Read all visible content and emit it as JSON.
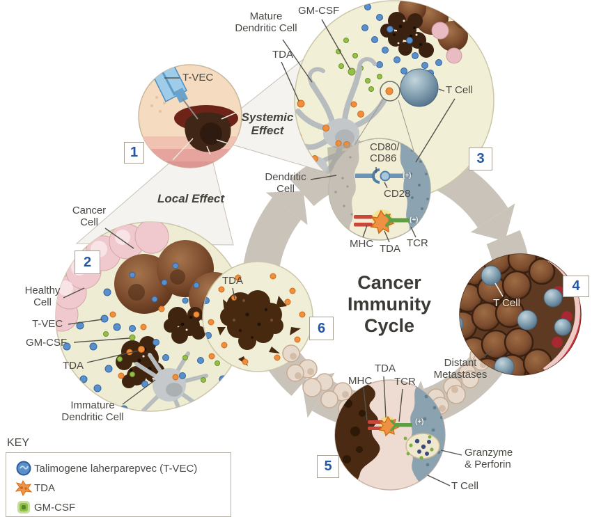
{
  "title": {
    "line1": "Cancer",
    "line2": "Immunity",
    "line3": "Cycle"
  },
  "effects": {
    "systemic_1": "Systemic",
    "systemic_2": "Effect",
    "local": "Local Effect"
  },
  "steps": {
    "s1": "1",
    "s2": "2",
    "s3": "3",
    "s4": "4",
    "s5": "5",
    "s6": "6"
  },
  "labels": {
    "tvec_injection": "T-VEC",
    "mature_dc_1": "Mature",
    "mature_dc_2": "Dendritic Cell",
    "gmcsf_top": "GM-CSF",
    "tda_top": "TDA",
    "tcell_3": "T Cell",
    "dendritic_1": "Dendritic",
    "dendritic_2": "Cell",
    "cd80": "CD80/",
    "cd86": "CD86",
    "cd28": "CD28",
    "mhc_3": "MHC",
    "tda_3": "TDA",
    "tcr_3": "TCR",
    "plus": "(+)",
    "cancer_1": "Cancer",
    "cancer_2": "Cell",
    "healthy_1": "Healthy",
    "healthy_2": "Cell",
    "tvec_2": "T-VEC",
    "gmcsf_2": "GM-CSF",
    "tda_2": "TDA",
    "immature_1": "Immature",
    "immature_2": "Dendritic Cell",
    "tda_6": "TDA",
    "tcell_4": "T Cell",
    "distant_1": "Distant",
    "distant_2": "Metastases",
    "tda_5": "TDA",
    "mhc_5": "MHC",
    "tcr_5": "TCR",
    "granzyme_1": "Granzyme",
    "granzyme_2": "& Perforin",
    "tcell_5": "T Cell"
  },
  "key": {
    "header": "KEY",
    "items": [
      {
        "name": "tvec",
        "label": "Talimogene laherparepvec (T-VEC)"
      },
      {
        "name": "tda",
        "label": "TDA"
      },
      {
        "name": "gmcsf",
        "label": "GM-CSF"
      }
    ]
  },
  "colors": {
    "ring": "#c9c3ba",
    "circle_fill": "#f1efd6",
    "circle_stroke": "#cdc5a9",
    "number_blue": "#2356a4",
    "tvec_blue": "#5b8fc8",
    "tda_orange": "#ee8f3f",
    "gmcsf_green": "#96bf4a",
    "mhc_red": "#c8473a",
    "tcr_green": "#5f9e44",
    "cd_blue": "#6d94b4",
    "vessel_red": "#c8353f",
    "text": "#4b4843"
  }
}
